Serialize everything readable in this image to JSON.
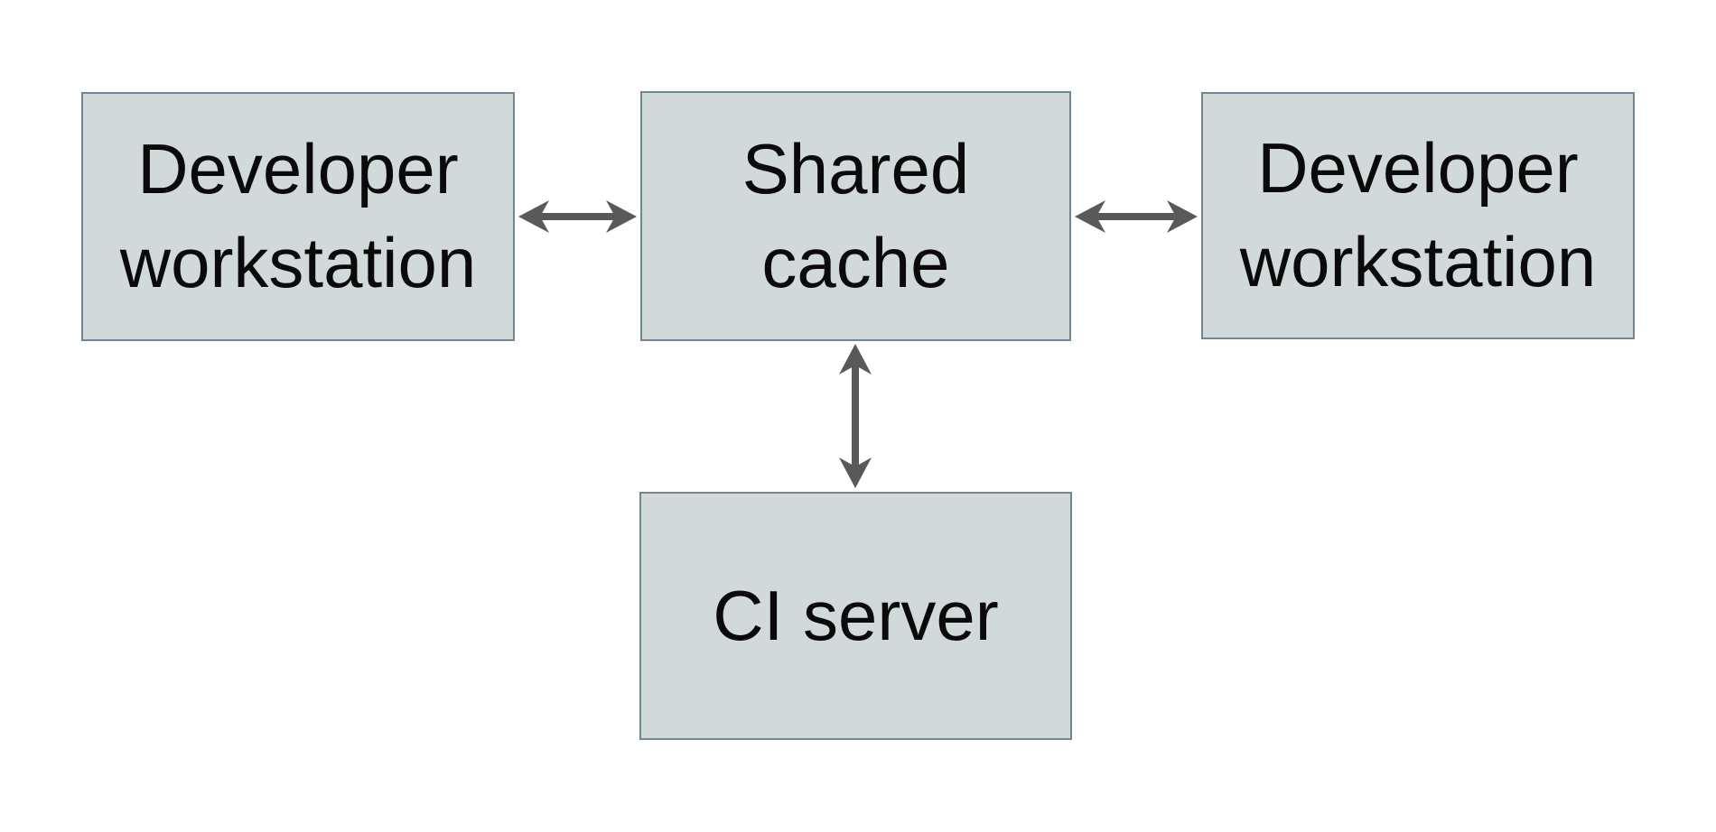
{
  "diagram": {
    "nodes": [
      {
        "id": "dev-left",
        "label": "Developer\nworkstation"
      },
      {
        "id": "shared-cache",
        "label": "Shared\ncache"
      },
      {
        "id": "dev-right",
        "label": "Developer\nworkstation"
      },
      {
        "id": "ci-server",
        "label": "CI server"
      }
    ],
    "edges": [
      {
        "from": "Developer workstation (left)",
        "to": "Shared cache",
        "direction": "bidirectional"
      },
      {
        "from": "Shared cache",
        "to": "Developer workstation (right)",
        "direction": "bidirectional"
      },
      {
        "from": "Shared cache",
        "to": "CI server",
        "direction": "bidirectional"
      }
    ],
    "colors": {
      "node_fill": "#d2d9db",
      "node_border": "#708691",
      "arrow": "#58595b",
      "text": "#0a0a0a",
      "background": "#ffffff"
    }
  }
}
